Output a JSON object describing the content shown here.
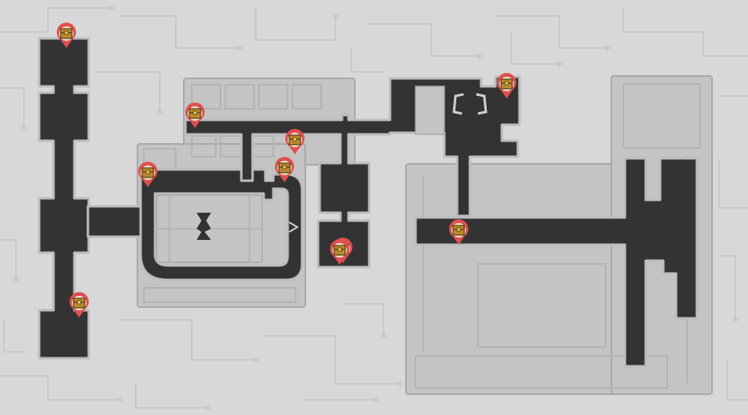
{
  "map": {
    "background_color": "#d8d8d8",
    "circuit_color": "#c9c9c9",
    "building_fill": "#c4c4c4",
    "building_stroke": "#a9a9a9",
    "corridor_fill": "#333333",
    "corridor_edge": "#bdbdbd",
    "marker_color": "#e05050",
    "chest_color": "#b98a2e",
    "chest_icon": "treasure-chest-icon",
    "marker_icon": "map-pin-icon",
    "treasure_chest_count": 10
  },
  "markers": [
    {
      "id": "chest-1",
      "icon": "treasure-chest-icon",
      "type": "treasure-chest"
    },
    {
      "id": "chest-2",
      "icon": "treasure-chest-icon",
      "type": "treasure-chest"
    },
    {
      "id": "chest-3",
      "icon": "treasure-chest-icon",
      "type": "treasure-chest"
    },
    {
      "id": "chest-4",
      "icon": "treasure-chest-icon",
      "type": "treasure-chest"
    },
    {
      "id": "chest-5",
      "icon": "treasure-chest-icon",
      "type": "treasure-chest"
    },
    {
      "id": "chest-6",
      "icon": "treasure-chest-icon",
      "type": "treasure-chest"
    },
    {
      "id": "chest-7",
      "icon": "treasure-chest-icon",
      "type": "treasure-chest"
    },
    {
      "id": "chest-8",
      "icon": "treasure-chest-icon",
      "type": "treasure-chest"
    },
    {
      "id": "chest-9",
      "icon": "treasure-chest-icon",
      "type": "treasure-chest"
    },
    {
      "id": "chest-10",
      "icon": "treasure-chest-icon",
      "type": "treasure-chest"
    }
  ]
}
